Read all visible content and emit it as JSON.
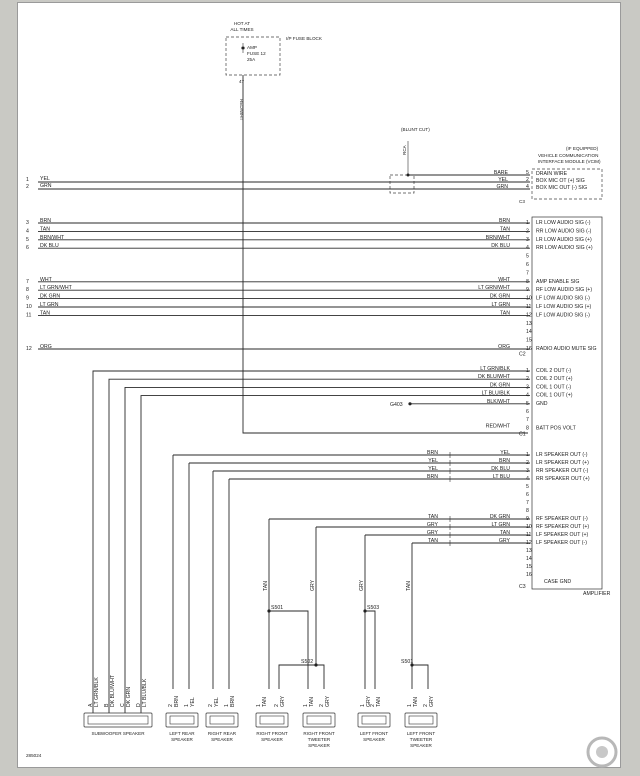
{
  "fuse_block": {
    "hot_label": "HOT AT ALL TIMES",
    "name": "I/P FUSE BLOCK",
    "fuse": [
      "AMP",
      "FUSE 12",
      "25A"
    ],
    "pin": "47",
    "wire": "RED/WHT"
  },
  "ground_splice": {
    "label": "(BLUNT CUT)",
    "ground": "RCA"
  },
  "vcim": {
    "note": "(IF EQUIPPED)",
    "name": "VEHICLE COMMUNICATION INTERFACE MODULE (VCIM)",
    "rows": [
      {
        "pin": "5",
        "color": "BARE",
        "signal": "DRAIN WIRE"
      },
      {
        "pin": "2",
        "color": "YEL",
        "signal": "BOX MIC OT (+) SIG"
      },
      {
        "pin": "4",
        "color": "GRN",
        "signal": "BOX MIC OUT (-) SIG"
      }
    ],
    "left": [
      {
        "pin": "1",
        "color": "YEL"
      },
      {
        "pin": "2",
        "color": "GRN"
      }
    ],
    "connector": "C3"
  },
  "connector_c2": {
    "left": [
      {
        "pin": "3",
        "color": "BRN"
      },
      {
        "pin": "4",
        "color": "TAN"
      },
      {
        "pin": "5",
        "color": "BRN/WHT"
      },
      {
        "pin": "6",
        "color": "DK BLU"
      },
      {
        "pin": "7",
        "color": "WHT"
      },
      {
        "pin": "8",
        "color": "LT GRN/WHT"
      },
      {
        "pin": "9",
        "color": "DK GRN"
      },
      {
        "pin": "10",
        "color": "LT GRN"
      },
      {
        "pin": "11",
        "color": "TAN"
      },
      {
        "pin": "12",
        "color": "ORG"
      }
    ],
    "rows": [
      {
        "color": "BRN",
        "pin": "1",
        "signal": "LR LOW AUDIO SIG (-)"
      },
      {
        "color": "TAN",
        "pin": "2",
        "signal": "RR LOW AUDIO SIG (-)"
      },
      {
        "color": "BRN/WHT",
        "pin": "3",
        "signal": "LR LOW AUDIO SIG (+)"
      },
      {
        "color": "DK BLU",
        "pin": "4",
        "signal": "RR LOW AUDIO SIG (+)"
      },
      {
        "color": "",
        "pin": "5",
        "signal": ""
      },
      {
        "color": "",
        "pin": "6",
        "signal": ""
      },
      {
        "color": "",
        "pin": "7",
        "signal": ""
      },
      {
        "color": "WHT",
        "pin": "8",
        "signal": "AMP ENABLE SIG"
      },
      {
        "color": "LT GRN/WHT",
        "pin": "9",
        "signal": "RF LOW AUDIO SIG (+)"
      },
      {
        "color": "DK GRN",
        "pin": "10",
        "signal": "LF LOW AUDIO SIG (-)"
      },
      {
        "color": "LT GRN",
        "pin": "11",
        "signal": "LF LOW AUDIO SIG (+)"
      },
      {
        "color": "TAN",
        "pin": "12",
        "signal": "LF LOW AUDIO SIG (-)"
      },
      {
        "color": "",
        "pin": "13",
        "signal": ""
      },
      {
        "color": "",
        "pin": "14",
        "signal": ""
      },
      {
        "color": "",
        "pin": "15",
        "signal": ""
      },
      {
        "color": "ORG",
        "pin": "16",
        "signal": "RADIO AUDIO MUTE SIG"
      }
    ],
    "connector": "C2"
  },
  "connector_c1": {
    "rows": [
      {
        "color": "LT GRN/BLK",
        "pin": "1",
        "signal": "COIL 2 OUT (-)"
      },
      {
        "color": "DK BLU/WHT",
        "pin": "2",
        "signal": "COIL 2 OUT (+)"
      },
      {
        "color": "DK GRN",
        "pin": "3",
        "signal": "COIL 1 OUT (-)"
      },
      {
        "color": "LT BLU/BLK",
        "pin": "4",
        "signal": "COIL 1 OUT (+)"
      },
      {
        "color": "BLK/WHT",
        "pin": "5",
        "signal": "GND"
      },
      {
        "color": "",
        "pin": "6",
        "signal": ""
      },
      {
        "color": "",
        "pin": "7",
        "signal": ""
      },
      {
        "color": "RED/WHT",
        "pin": "8",
        "signal": "BATT POS VOLT"
      }
    ],
    "ground": "G403",
    "connector": "C1"
  },
  "connector_c3b": {
    "rows": [
      {
        "left": "BRN",
        "color": "YEL",
        "pin": "1",
        "signal": "LR SPEAKER OUT (-)"
      },
      {
        "left": "YEL",
        "color": "BRN",
        "pin": "2",
        "signal": "LR SPEAKER OUT (+)"
      },
      {
        "left": "YEL",
        "color": "DK BLU",
        "pin": "3",
        "signal": "RR SPEAKER OUT (-)"
      },
      {
        "left": "BRN",
        "color": "LT BLU",
        "pin": "4",
        "signal": "RR SPEAKER OUT (+)"
      },
      {
        "left": "",
        "color": "",
        "pin": "5",
        "signal": ""
      },
      {
        "left": "",
        "color": "",
        "pin": "6",
        "signal": ""
      },
      {
        "left": "",
        "color": "",
        "pin": "7",
        "signal": ""
      },
      {
        "left": "",
        "color": "",
        "pin": "8",
        "signal": ""
      },
      {
        "left": "TAN",
        "color": "DK GRN",
        "pin": "9",
        "signal": "RF SPEAKER OUT (-)"
      },
      {
        "left": "GRY",
        "color": "LT GRN",
        "pin": "10",
        "signal": "RF SPEAKER OUT (+)"
      },
      {
        "left": "GRY",
        "color": "TAN",
        "pin": "11",
        "signal": "LF SPEAKER OUT (+)"
      },
      {
        "left": "TAN",
        "color": "GRY",
        "pin": "12",
        "signal": "LF SPEAKER OUT (-)"
      },
      {
        "left": "",
        "color": "",
        "pin": "13",
        "signal": ""
      },
      {
        "left": "",
        "color": "",
        "pin": "14",
        "signal": ""
      },
      {
        "left": "",
        "color": "",
        "pin": "15",
        "signal": ""
      },
      {
        "left": "",
        "color": "",
        "pin": "16",
        "signal": ""
      }
    ],
    "case": "CASE GND",
    "connector": "C3",
    "amplifier": "AMPLIFIER"
  },
  "splices": {
    "s501": "S501",
    "s502": "S502",
    "s503": "S503",
    "s504": "S501"
  },
  "speakers": [
    {
      "name": "SUBWOOFER SPEAKER",
      "pins": [
        "A",
        "B",
        "C",
        "D"
      ],
      "wires": [
        "LT GRN/BLK",
        "DK BLU/WHT",
        "DK GRN",
        "LT BLU/BLK"
      ]
    },
    {
      "name": "LEFT REAR SPEAKER",
      "pins": [
        "2",
        "1"
      ],
      "wires": [
        "BRN",
        "YEL"
      ]
    },
    {
      "name": "RIGHT REAR SPEAKER",
      "pins": [
        "2",
        "1"
      ],
      "wires": [
        "YEL",
        "BRN"
      ]
    },
    {
      "name": "RIGHT FRONT SPEAKER",
      "pins": [
        "1",
        "2"
      ],
      "wires": [
        "TAN",
        "GRY"
      ]
    },
    {
      "name": "RIGHT FRONT TWEETER SPEAKER",
      "pins": [
        "1",
        "2"
      ],
      "wires": [
        "TAN",
        "GRY"
      ]
    },
    {
      "name": "LEFT FRONT SPEAKER",
      "pins": [
        "1",
        "2"
      ],
      "wires": [
        "GRY",
        "TAN"
      ]
    },
    {
      "name": "LEFT FRONT TWEETER SPEAKER",
      "pins": [
        "1",
        "2"
      ],
      "wires": [
        "TAN",
        "GRY"
      ]
    }
  ],
  "figure_id": "285024"
}
